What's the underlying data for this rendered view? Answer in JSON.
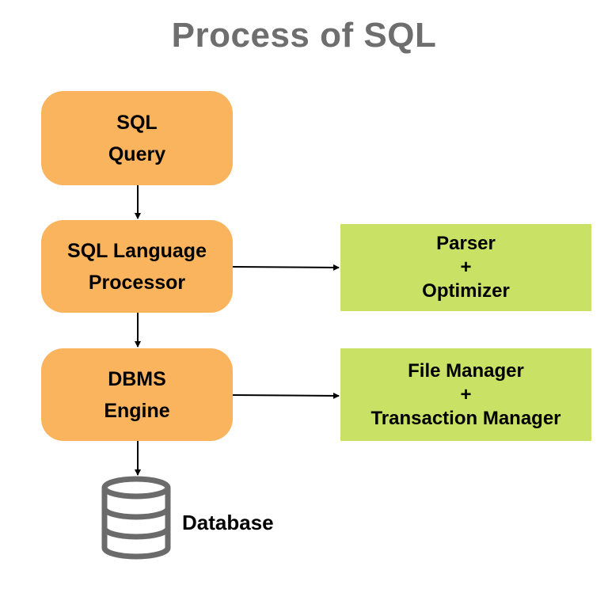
{
  "title": "Process of SQL",
  "nodes": {
    "query": {
      "lines": [
        "SQL",
        "Query"
      ]
    },
    "processor": {
      "lines": [
        "SQL Language",
        "Processor"
      ]
    },
    "engine": {
      "lines": [
        "DBMS",
        "Engine"
      ]
    },
    "parser": {
      "lines": [
        "Parser",
        "+",
        "Optimizer"
      ]
    },
    "manager": {
      "lines": [
        "File Manager",
        "+",
        "Transaction Manager"
      ]
    },
    "database": {
      "label": "Database",
      "icon": "database-icon"
    }
  },
  "colors": {
    "title": "#6e6e6e",
    "process_box": "#fbb45e",
    "component_box": "#c9e265",
    "database_icon": "#6b6b6b",
    "arrow": "#000000"
  }
}
